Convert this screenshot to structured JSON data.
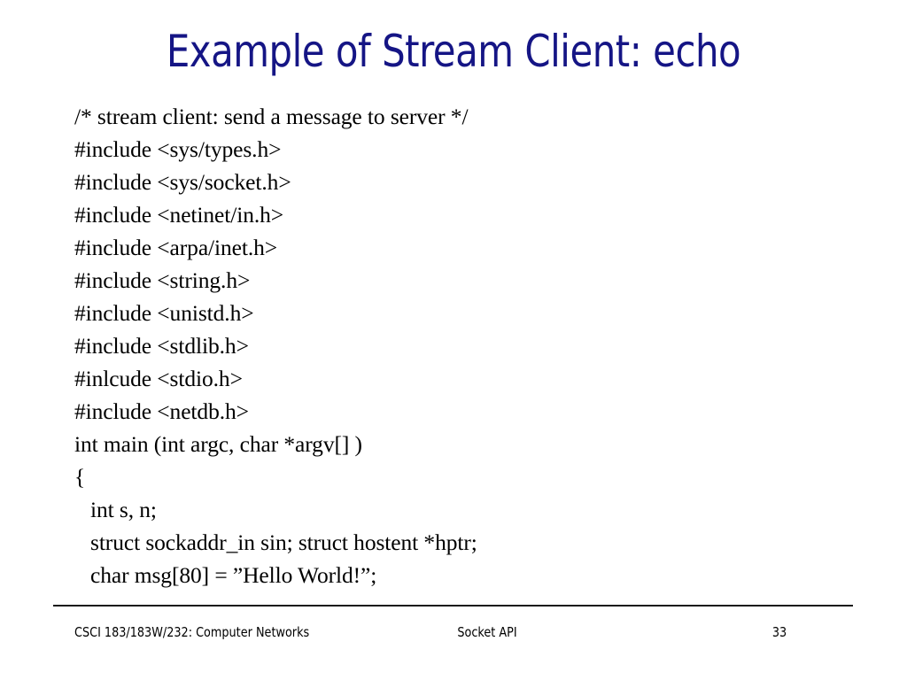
{
  "slide": {
    "title": "Example of Stream Client: echo",
    "title_color": "#151585",
    "background_color": "#ffffff",
    "body_color": "#000000",
    "rule_color": "#181818",
    "code_lines": [
      {
        "text": "/* stream client: send a message to server */",
        "indent": 0
      },
      {
        "text": "#include <sys/types.h>",
        "indent": 0
      },
      {
        "text": "#include <sys/socket.h>",
        "indent": 0
      },
      {
        "text": "#include <netinet/in.h>",
        "indent": 0
      },
      {
        "text": "#include <arpa/inet.h>",
        "indent": 0
      },
      {
        "text": "#include <string.h>",
        "indent": 0
      },
      {
        "text": "#include <unistd.h>",
        "indent": 0
      },
      {
        "text": "#include <stdlib.h>",
        "indent": 0
      },
      {
        "text": "#inlcude <stdio.h>",
        "indent": 0
      },
      {
        "text": "#include <netdb.h>",
        "indent": 0
      },
      {
        "text": "int main (int argc, char *argv[] )",
        "indent": 0
      },
      {
        "text": "{",
        "indent": 0
      },
      {
        "text": "int s, n;",
        "indent": 1
      },
      {
        "text": "struct sockaddr_in sin; struct hostent *hptr;",
        "indent": 1
      },
      {
        "text": "char msg[80] = ”Hello World!”;",
        "indent": 1
      }
    ]
  },
  "footer": {
    "course": "CSCI 183/183W/232: Computer Networks",
    "topic": "Socket API",
    "page_number": "33"
  }
}
